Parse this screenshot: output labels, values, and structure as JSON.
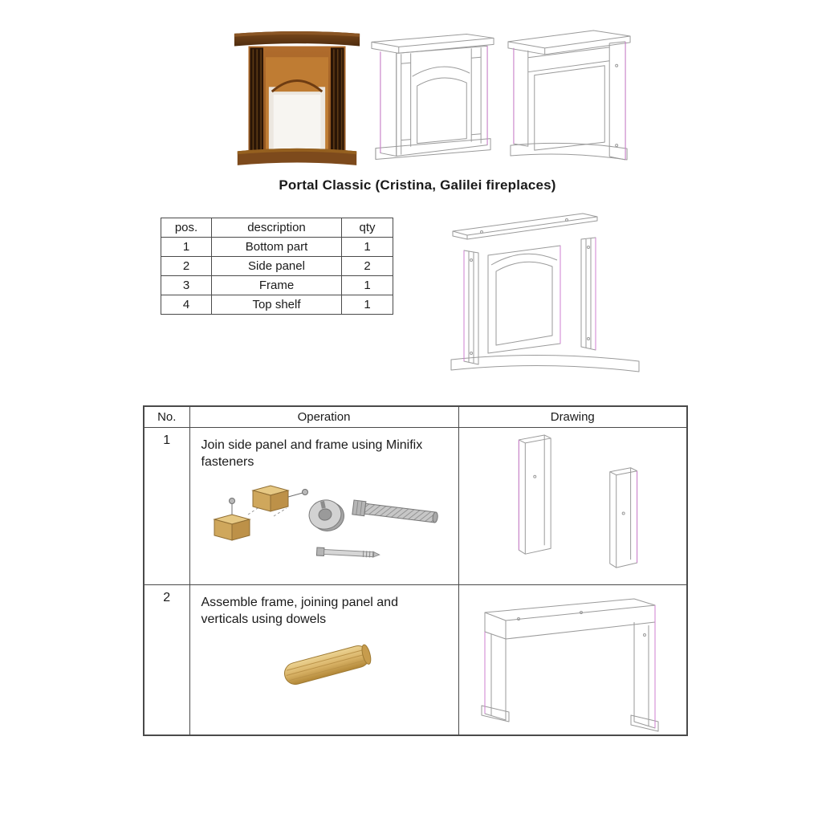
{
  "page": {
    "title": "Portal Classic (Cristina, Galilei fireplaces)"
  },
  "parts_table": {
    "headers": {
      "pos": "pos.",
      "description": "description",
      "qty": "qty"
    },
    "rows": [
      {
        "pos": "1",
        "description": "Bottom part",
        "qty": "1"
      },
      {
        "pos": "2",
        "description": "Side panel",
        "qty": "2"
      },
      {
        "pos": "3",
        "description": "Frame",
        "qty": "1"
      },
      {
        "pos": "4",
        "description": "Top shelf",
        "qty": "1"
      }
    ]
  },
  "operations_table": {
    "headers": {
      "no": "No.",
      "operation": "Operation",
      "drawing": "Drawing"
    },
    "rows": [
      {
        "no": "1",
        "operation": "Join side panel and frame using Minifix fasteners"
      },
      {
        "no": "2",
        "operation": "Assemble frame, joining panel and verticals using dowels"
      }
    ]
  },
  "figures": {
    "photo": "fireplace-photo",
    "wireframe_front": "fireplace-wireframe-front",
    "wireframe_angled": "fireplace-wireframe-angled",
    "exploded": "exploded-assembly-drawing",
    "minifix": "minifix-fasteners-illustration",
    "dowel": "wood-dowel-illustration",
    "step1_drawing": "separated-panels-drawing",
    "step2_drawing": "assembled-frame-drawing"
  },
  "colors": {
    "wood_medium": "#a8632a",
    "wood_dark": "#3a2008",
    "drawing_line": "#9a9a9a",
    "accent_pink": "#cf7fd0",
    "table_border": "#4a4a4a",
    "text": "#1a1a1a",
    "background": "#ffffff"
  }
}
